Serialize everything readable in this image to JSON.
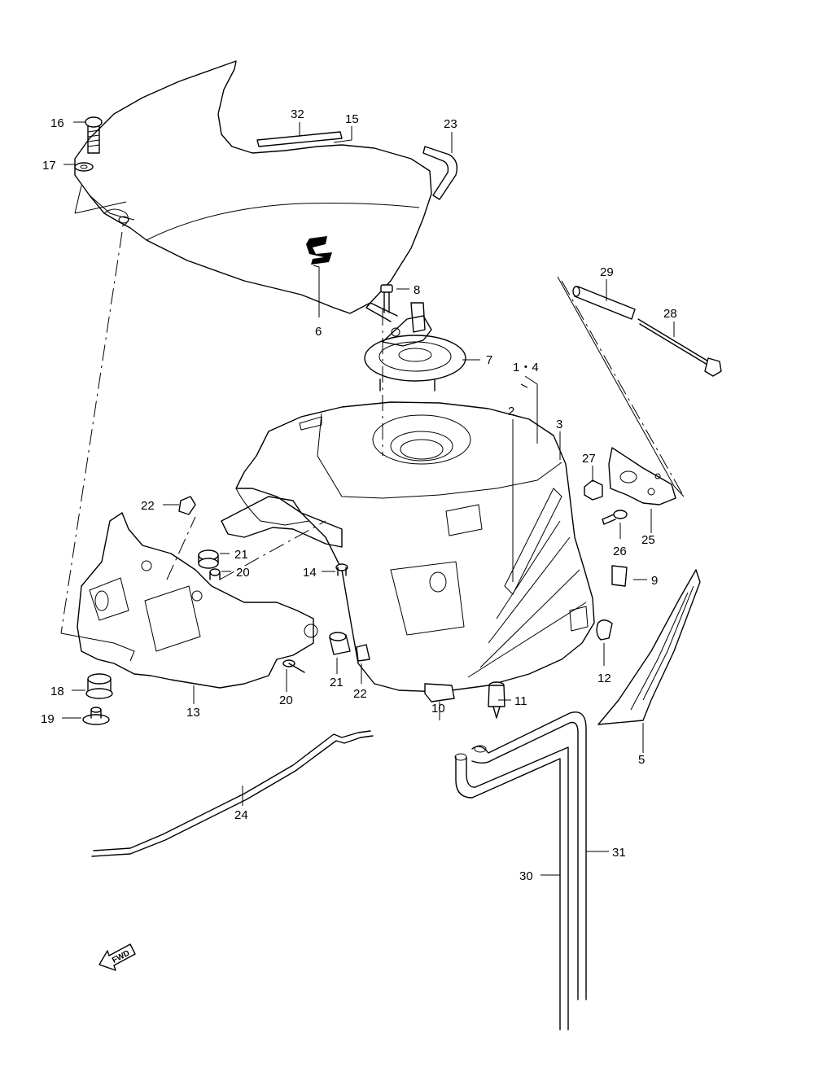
{
  "callouts": {
    "c16": "16",
    "c17": "17",
    "c32": "32",
    "c15": "15",
    "c23": "23",
    "c6": "6",
    "c8": "8",
    "c7": "7",
    "c29": "29",
    "c28": "28",
    "c14pair": "1・4",
    "c2": "2",
    "c3": "3",
    "c27": "27",
    "c25": "25",
    "c26": "26",
    "c22a": "22",
    "c21a": "21",
    "c20a": "20",
    "c14": "14",
    "c9": "9",
    "c12": "12",
    "c18": "18",
    "c19": "19",
    "c13": "13",
    "c20b": "20",
    "c21b": "21",
    "c22b": "22",
    "c10": "10",
    "c11": "11",
    "c5": "5",
    "c24": "24",
    "c30": "30",
    "c31": "31"
  },
  "fwd_label": "FWD",
  "icons": {
    "fwd": "forward-arrow-icon",
    "logo": "suzuki-s-logo-icon"
  }
}
